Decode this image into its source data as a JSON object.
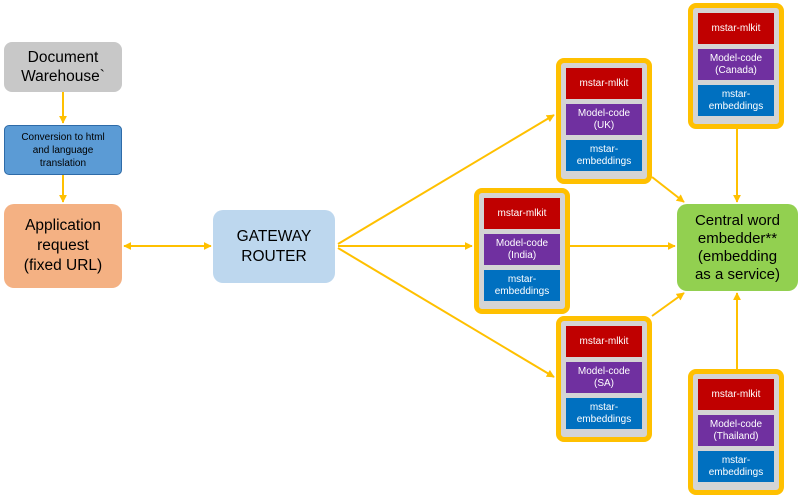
{
  "colors": {
    "arrow": "#ffc000",
    "document_box": "#c8c8c8",
    "conversion_box": "#5b9bd5",
    "application_box": "#f4b183",
    "gateway_box": "#bdd7ee",
    "central_box": "#92d050",
    "model_group_border": "#ffc000",
    "mlkit": "#c00000",
    "model_code": "#7030a0",
    "embeddings": "#0070c0"
  },
  "nodes": {
    "document_warehouse": "Document\nWarehouse`",
    "conversion": "Conversion to html\nand language\ntranslation",
    "application_request": "Application\nrequest\n(fixed URL)",
    "gateway_router": "GATEWAY\nROUTER",
    "central_embedder": "Central word\nembedder**\n(embedding\nas a service)"
  },
  "model_groups": {
    "canada": {
      "mlkit": "mstar-mlkit",
      "model_code": "Model-code\n(Canada)",
      "embeddings": "mstar-\nembeddings"
    },
    "uk": {
      "mlkit": "mstar-mlkit",
      "model_code": "Model-code\n(UK)",
      "embeddings": "mstar-\nembeddings"
    },
    "india": {
      "mlkit": "mstar-mlkit",
      "model_code": "Model-code\n(India)",
      "embeddings": "mstar-\nembeddings"
    },
    "sa": {
      "mlkit": "mstar-mlkit",
      "model_code": "Model-code\n(SA)",
      "embeddings": "mstar-\nembeddings"
    },
    "thailand": {
      "mlkit": "mstar-mlkit",
      "model_code": "Model-code\n(Thailand)",
      "embeddings": "mstar-\nembeddings"
    }
  }
}
